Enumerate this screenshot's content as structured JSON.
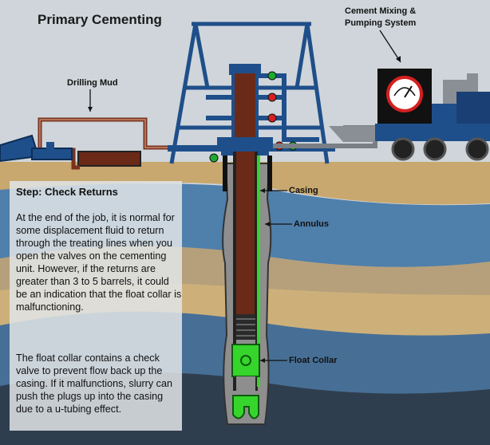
{
  "title": "Primary Cementing",
  "labels": {
    "drilling_mud": "Drilling Mud",
    "cement_system": "Cement Mixing &\nPumping System",
    "casing": "Casing",
    "annulus": "Annulus",
    "float_collar": "Float Collar"
  },
  "panel": {
    "heading": "Step: Check Returns",
    "paragraph1": "At the end of the job, it is normal for some displacement fluid to return through the treating lines when you open the valves on the cementing unit. However, if the returns are greater than 3 to 5 barrels, it could be an indication that the float collar is malfunctioning.",
    "paragraph2": "The float collar contains a check valve to prevent flow back up the casing. If it malfunctions, slurry can push the plugs up into the casing due to a u-tubing effect."
  },
  "colors": {
    "sky": "#cfd5da",
    "rig_blue": "#1f4f8a",
    "casing_brown": "#6b2a18",
    "cement_green": "#35d52b",
    "rock_tan": "#c7a76d",
    "water_blue": "#4d7ca8",
    "valve_red": "#d42020",
    "valve_green": "#1faa2e"
  },
  "icons": {
    "gauge": "pressure-gauge-icon",
    "truck": "cement-truck-icon"
  }
}
